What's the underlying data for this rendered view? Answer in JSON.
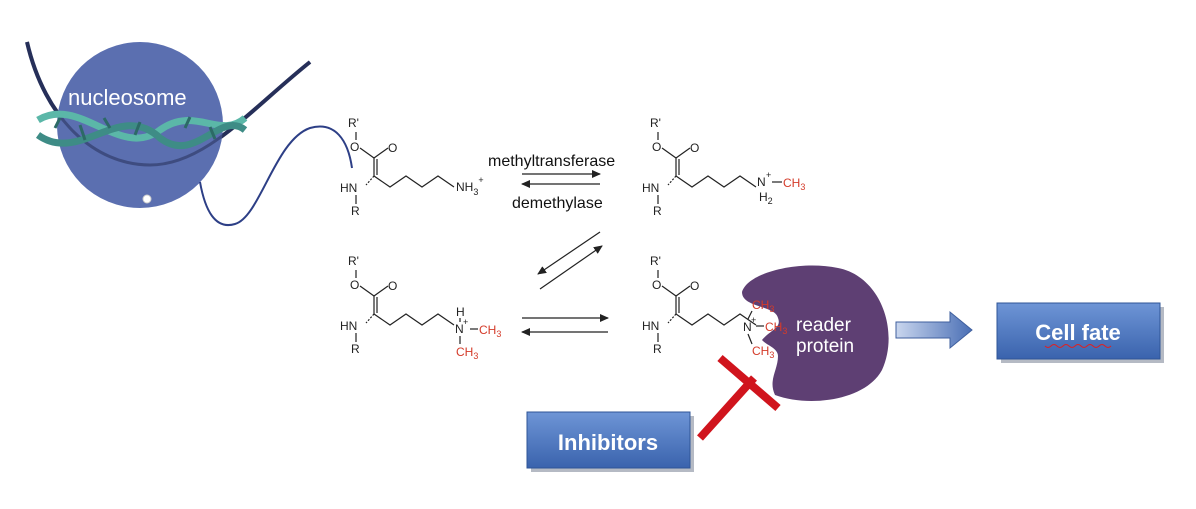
{
  "nucleosome": {
    "label": "nucleosome",
    "color": "#5b6fb0"
  },
  "enzymes": {
    "forward": "methyltransferase",
    "reverse": "demethylase"
  },
  "atoms": {
    "r_prime": "R'",
    "o": "O",
    "hn": "HN",
    "r": "R",
    "nh3": "NH",
    "sub3": "3",
    "plus": "+",
    "n": "N",
    "h": "H",
    "h2": "H",
    "sub2": "2",
    "ch": "CH"
  },
  "reader": {
    "line1": "reader",
    "line2": "protein",
    "color": "#5e3f73"
  },
  "boxes": {
    "cell_fate": "Cell fate",
    "inhibitors": "Inhibitors",
    "color": "#4472c4"
  },
  "colors": {
    "methyl": "#d43b2a",
    "inhibitor_bar": "#d0141d"
  }
}
